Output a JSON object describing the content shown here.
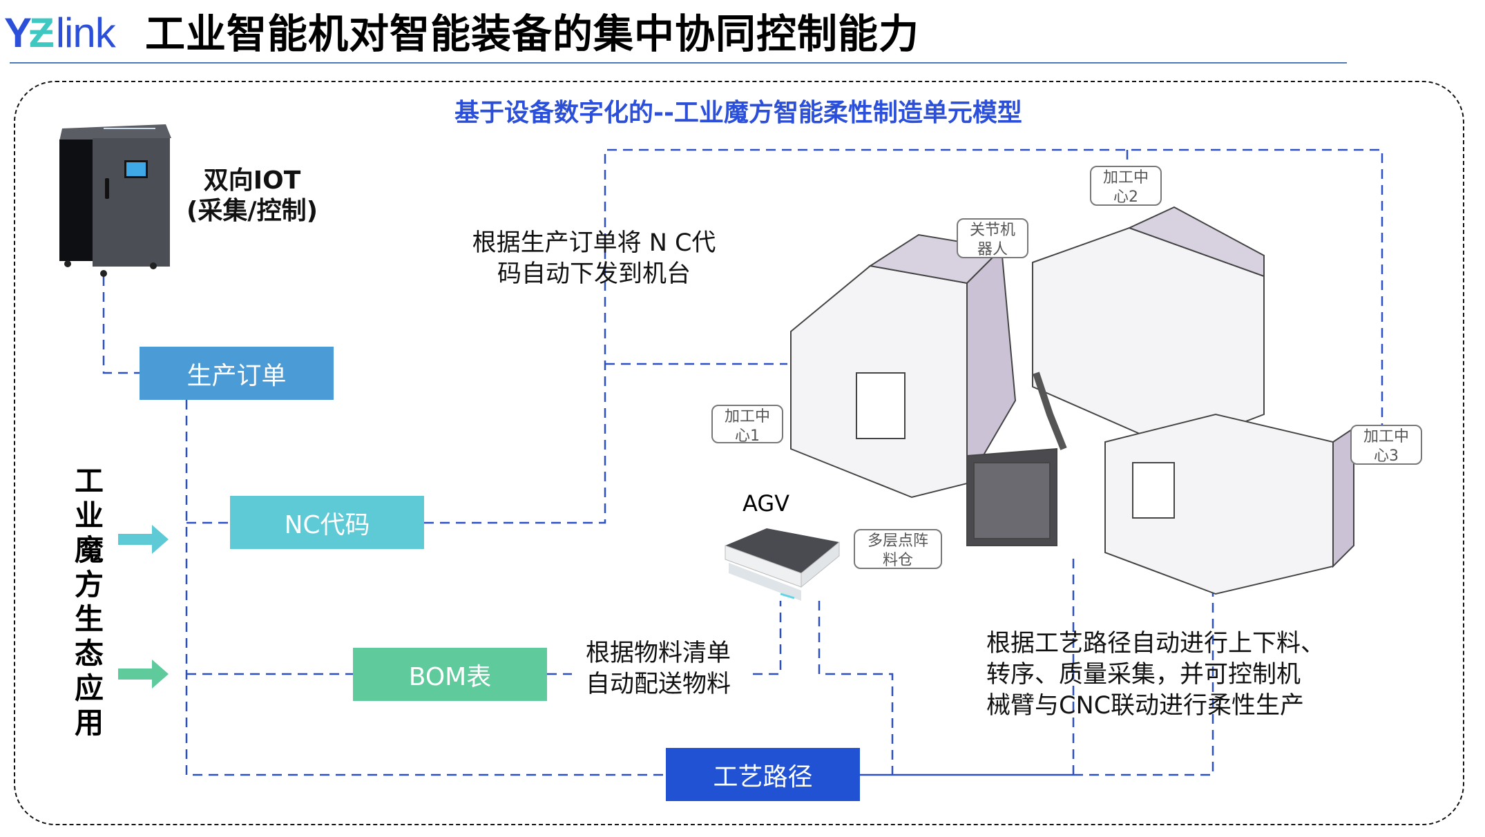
{
  "header": {
    "logo_y": "Y",
    "logo_k": "Ƶ",
    "logo_text": "link",
    "title": "工业智能机对智能装备的集中协同控制能力"
  },
  "diagram": {
    "subtitle": "基于设备数字化的--工业魔方智能柔性制造单元模型",
    "iot": {
      "line1": "双向IOT",
      "line2": "(采集/控制)"
    },
    "ecosystem_label": "工业魔方生态应用",
    "boxes": {
      "order": "生产订单",
      "nc": "NC代码",
      "bom": "BOM表",
      "route": "工艺路径"
    },
    "notes": {
      "nc": [
        "根据生产订单将 N C代",
        "码自动下发到机台"
      ],
      "bom": [
        "根据物料清单",
        "自动配送物料"
      ],
      "route": [
        "根据工艺路径自动进行上下料、",
        "转序、质量采集，并可控制机",
        "械臂与CNC联动进行柔性生产"
      ]
    },
    "agv_label": "AGV",
    "callouts": {
      "center1": [
        "加工中",
        "心1"
      ],
      "center2": [
        "加工中",
        "心2"
      ],
      "center3": [
        "加工中",
        "心3"
      ],
      "robot": [
        "关节机",
        "器人"
      ],
      "storage": [
        "多层点阵",
        "料仓"
      ]
    },
    "colors": {
      "order": "#4a9bd6",
      "nc": "#5ecad6",
      "bom": "#5fcb9c",
      "route": "#2152d4",
      "connector": "#2b4fc4",
      "subtitle": "#2b4fd8"
    }
  }
}
